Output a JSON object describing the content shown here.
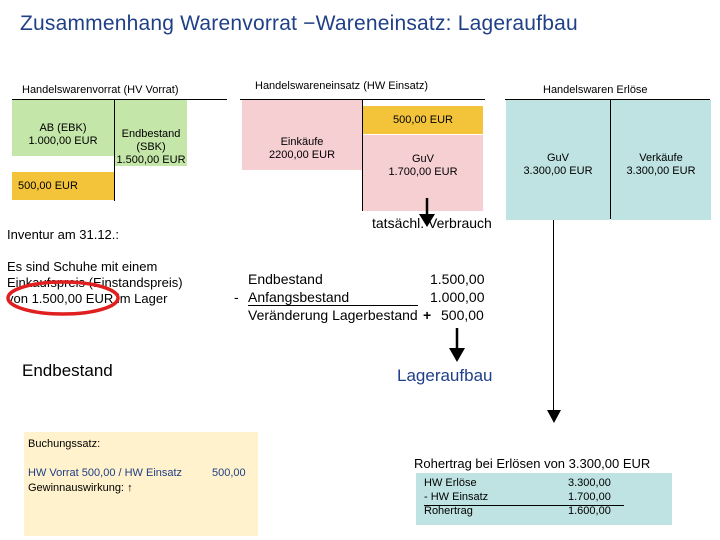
{
  "title": "Zusammenhang  Warenvorrat  −Wareneinsatz: Lageraufbau",
  "hv": {
    "header": "Handelswarenvorrat (HV Vorrat)",
    "ab_line1": "AB (EBK)",
    "ab_line2": "1.000,00 EUR",
    "eb_line1": "Endbestand",
    "eb_line2": "(SBK)",
    "eb_line3": "1.500,00 EUR",
    "bottom_value": "500,00 EUR"
  },
  "hwe": {
    "header": "Handelswareneinsatz (HW Einsatz)",
    "einkauf_line1": "Einkäufe",
    "einkauf_line2": "2200,00 EUR",
    "top_value": "500,00 EUR",
    "guv_line1": "GuV",
    "guv_line2": "1.700,00 EUR",
    "verbrauch": "tatsächl. Verbrauch"
  },
  "erloese": {
    "header": "Handelswaren Erlöse",
    "guv_line1": "GuV",
    "guv_line2": "3.300,00 EUR",
    "verkauf_line1": "Verkäufe",
    "verkauf_line2": "3.300,00 EUR"
  },
  "inventur": {
    "heading": "Inventur am 31.12.:",
    "line1": "Es sind Schuhe mit einem",
    "line2": "Einkaufspreis (Einstandspreis)",
    "line3": "von 1.500,00 EUR im Lager",
    "result": "Endbestand"
  },
  "calc": {
    "row1_label": "Endbestand",
    "row1_value": "1.500,00",
    "row2_sign": "-",
    "row2_label": "Anfangsbestand",
    "row2_value": "1.000,00",
    "row3_label": "Veränderung Lagerbestand",
    "row3_sign": "+",
    "row3_value": "500,00",
    "result": "Lageraufbau"
  },
  "buchung": {
    "heading": "Buchungssatz:",
    "line1": "HW Vorrat 500,00 / HW Einsatz",
    "amount": "500,00",
    "line2": "Gewinnauswirkung:",
    "arrow": "↑"
  },
  "rohertrag": {
    "heading": "Rohertrag bei Erlösen von 3.300,00 EUR",
    "rows": [
      {
        "label": "HW Erlöse",
        "value": "3.300,00"
      },
      {
        "label": "-  HW Einsatz",
        "value": "1.700,00"
      },
      {
        "label": "Rohertrag",
        "value": "1.600,00"
      }
    ]
  },
  "colors": {
    "title": "#1f3f87",
    "green": "#c4e6a8",
    "pink": "#f6cfd3",
    "yellow": "#f3c43a",
    "teal": "#bfe2e2",
    "light": "#fff2cc",
    "red_ellipse": "#e02020"
  }
}
